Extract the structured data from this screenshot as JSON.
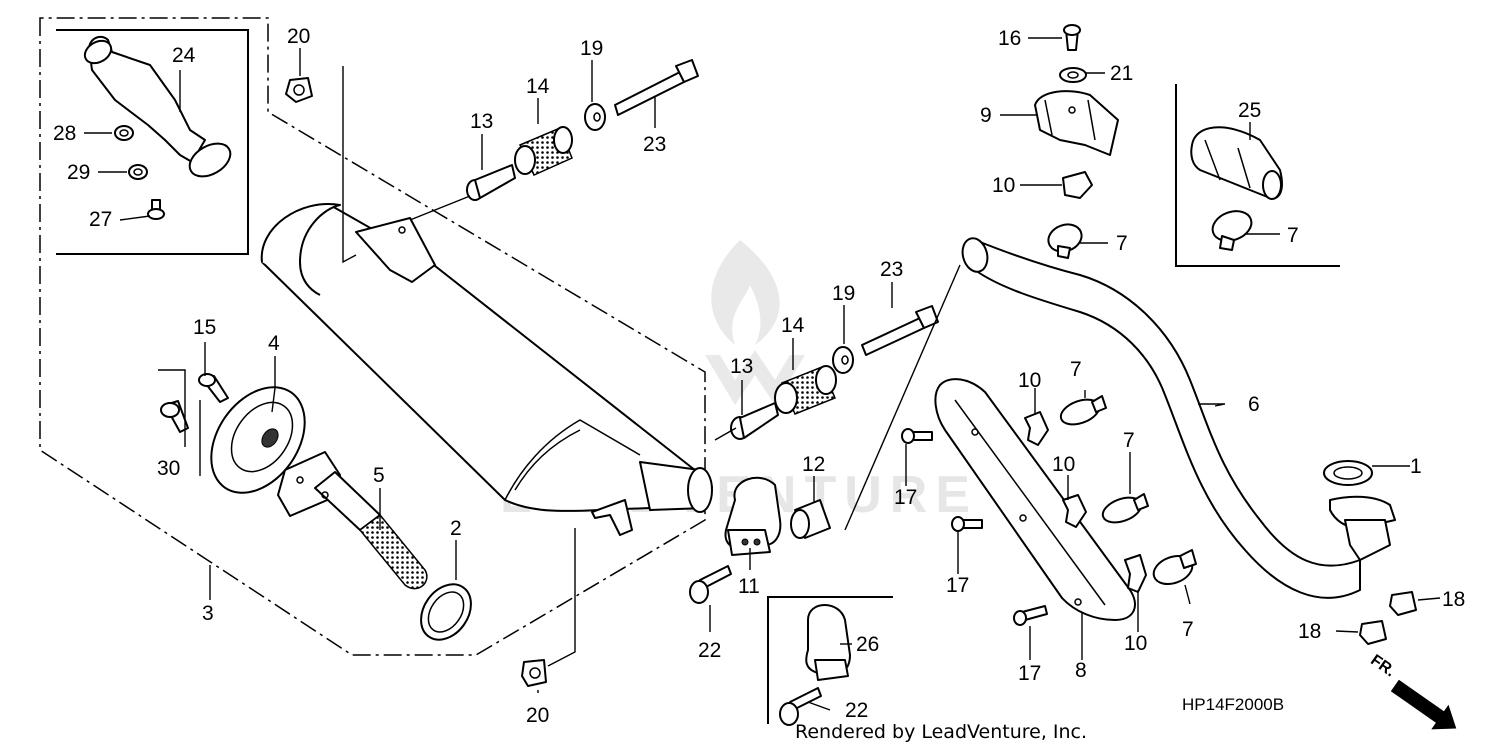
{
  "diagram": {
    "code": "HP14F2000B",
    "credit": "Rendered by LeadVenture, Inc.",
    "watermark_text": "LEADVENTURE",
    "direction_label": "FR.",
    "callouts": {
      "c1": "1",
      "c2": "2",
      "c3": "3",
      "c4": "4",
      "c5": "5",
      "c6": "6",
      "c7a": "7",
      "c7b": "7",
      "c7c": "7",
      "c7d": "7",
      "c7e": "7",
      "c8": "8",
      "c9": "9",
      "c10a": "10",
      "c10b": "10",
      "c10c": "10",
      "c10d": "10",
      "c11": "11",
      "c12": "12",
      "c13a": "13",
      "c13b": "13",
      "c14a": "14",
      "c14b": "14",
      "c15": "15",
      "c16": "16",
      "c17a": "17",
      "c17b": "17",
      "c17c": "17",
      "c18a": "18",
      "c18b": "18",
      "c19a": "19",
      "c19b": "19",
      "c20a": "20",
      "c20b": "20",
      "c21": "21",
      "c22a": "22",
      "c22b": "22",
      "c23a": "23",
      "c23b": "23",
      "c24": "24",
      "c25": "25",
      "c26": "26",
      "c27": "27",
      "c28": "28",
      "c29": "29",
      "c30": "30"
    }
  }
}
